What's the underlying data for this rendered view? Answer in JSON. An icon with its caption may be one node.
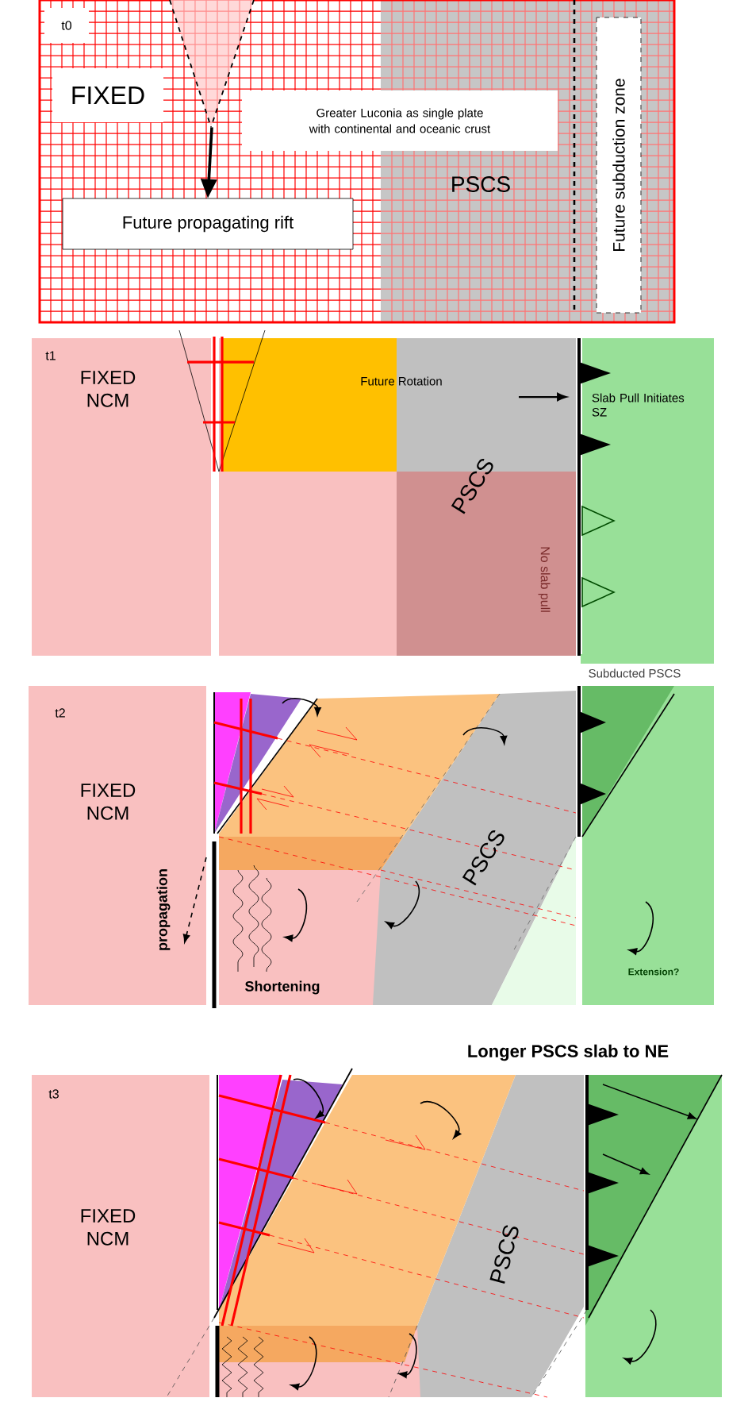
{
  "diagram": {
    "nodes": [
      {
        "text": [
          "Greater Luconia as single plate with continental and oceanic crust"
        ]
      },
      {
        "text": [
          "Future propagating rift"
        ]
      },
      {
        "text": [
          "Future subduction zone"
        ]
      },
      {
        "text": [],
        "shape": "triangle"
      }
    ],
    "edges": [
      {
        "from": 3,
        "to": 1,
        "arrow": "to"
      }
    ],
    "labels": [
      "t0",
      "FIXED",
      "PSCS",
      "t1",
      "FIXED NCM",
      "Future Rotation",
      "Slab Pull Initiates SZ",
      "PSCS",
      "No slab pull",
      "Subducted PSCS",
      "t2",
      "FIXED NCM",
      "propagation",
      "PSCS",
      "Shortening",
      "Extension?",
      "Longer PSCS slab to NE",
      "t3",
      "FIXED NCM",
      "PSCS"
    ]
  }
}
